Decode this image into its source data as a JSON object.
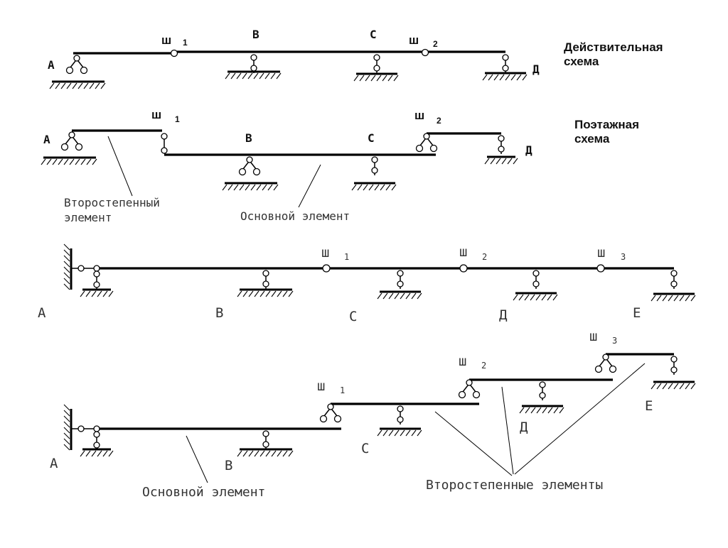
{
  "diagram1": {
    "labels": {
      "A": "А",
      "B": "В",
      "C": "С",
      "D": "Д",
      "sh1": "ш",
      "sh1_sub": "1",
      "sh2": "ш",
      "sh2_sub": "2"
    },
    "caption_line1": "Действительная",
    "caption_line2": "схема"
  },
  "diagram2": {
    "labels": {
      "A": "А",
      "B": "В",
      "C": "С",
      "D": "Д",
      "sh1": "ш",
      "sh1_sub": "1",
      "sh2": "ш",
      "sh2_sub": "2"
    },
    "caption_line1": "Поэтажная",
    "caption_line2": "схема",
    "secondary_line1": "Второстепенный",
    "secondary_line2": "элемент",
    "primary": "Основной элемент"
  },
  "diagram3": {
    "labels": {
      "A": "А",
      "B": "В",
      "C": "С",
      "D": "Д",
      "E": "Е",
      "sh1": "ш",
      "sh1_sub": "1",
      "sh2": "ш",
      "sh2_sub": "2",
      "sh3": "ш",
      "sh3_sub": "3"
    }
  },
  "diagram4": {
    "labels": {
      "A": "А",
      "B": "В",
      "C": "С",
      "D": "Д",
      "E": "Е",
      "sh1": "ш",
      "sh1_sub": "1",
      "sh2": "ш",
      "sh2_sub": "2",
      "sh3": "ш",
      "sh3_sub": "3"
    },
    "primary": "Основной элемент",
    "secondary": "Второстепенные элементы"
  }
}
